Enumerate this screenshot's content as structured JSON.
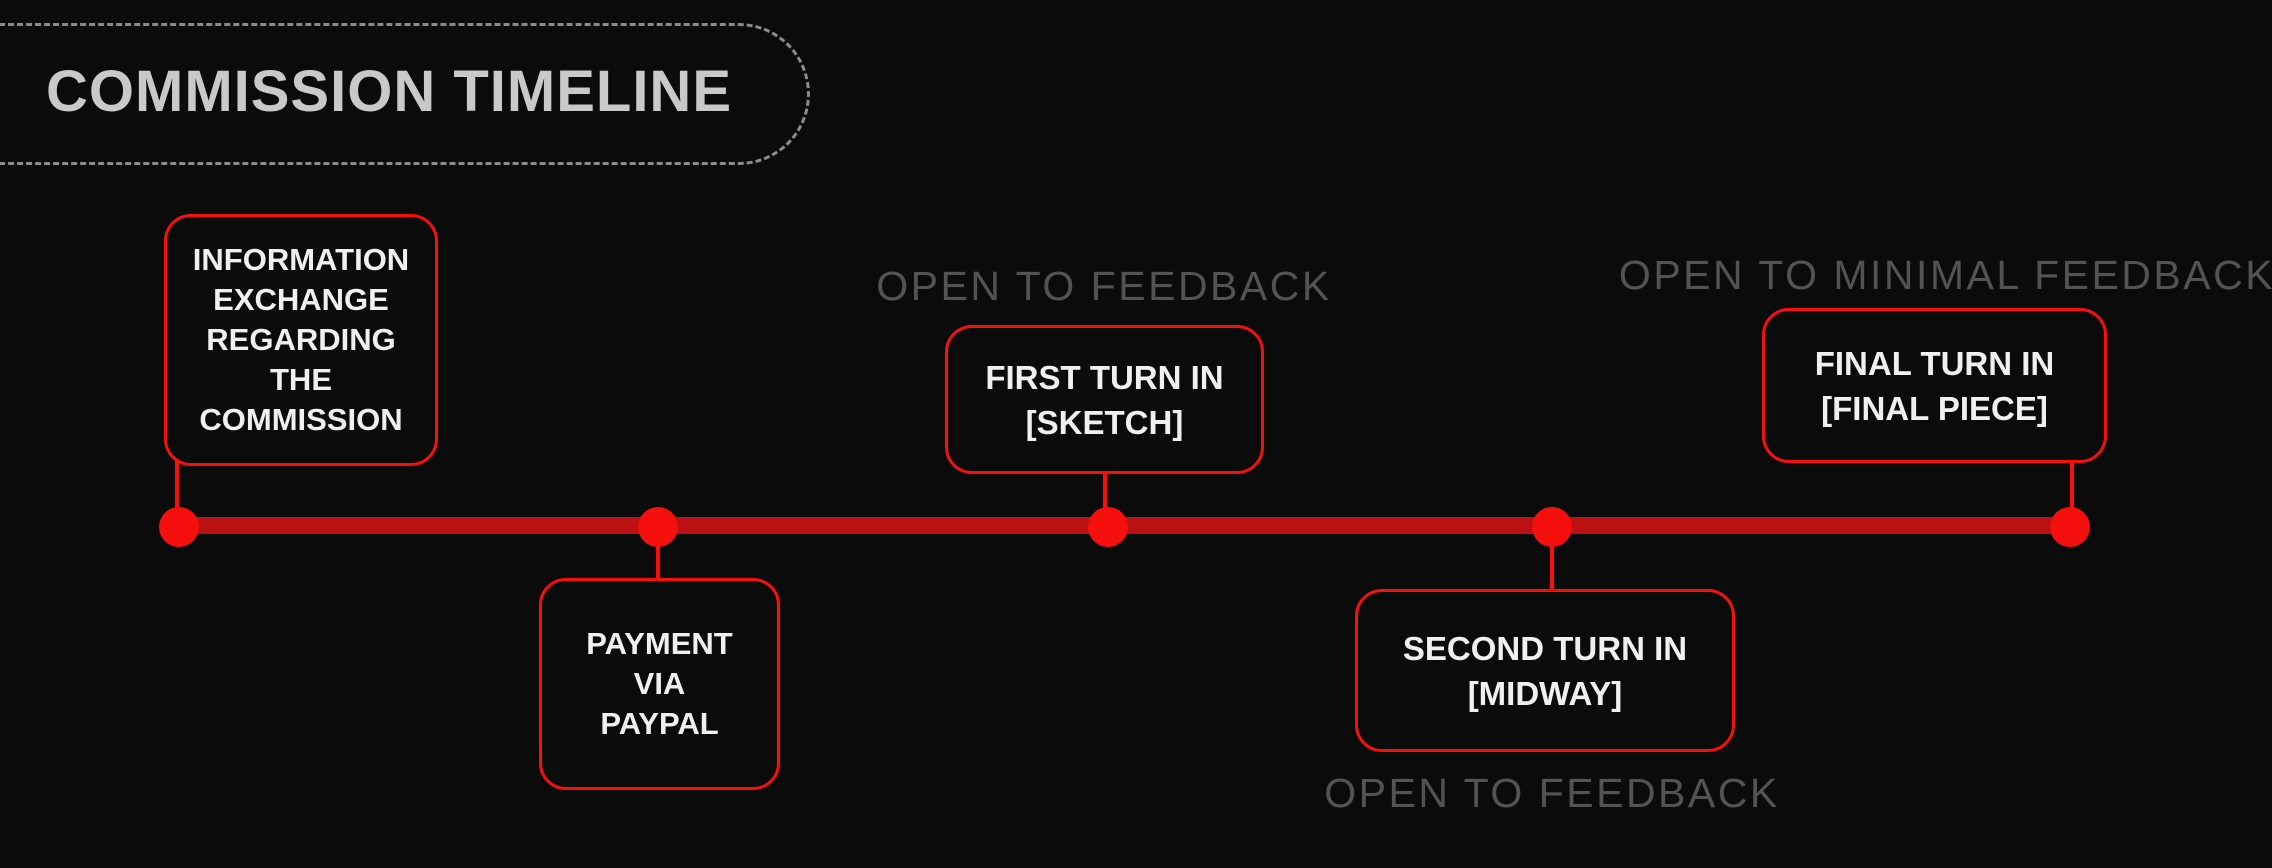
{
  "title": {
    "text": "COMMISSION TIMELINE"
  },
  "colors": {
    "bg": "#0b0b0c",
    "bar": "#bb1114",
    "red": "#f5100d",
    "box_text": "#f2f0ef",
    "title_text": "#c9c9c9",
    "annotation_text": "#535353",
    "dash_border": "#8b8b8b"
  },
  "steps": [
    {
      "label": "INFORMATION\nEXCHANGE\nREGARDING\nTHE\nCOMMISSION",
      "side": "above",
      "annotation": ""
    },
    {
      "label": "PAYMENT\nVIA\nPAYPAL",
      "side": "below",
      "annotation": ""
    },
    {
      "label": "FIRST TURN IN\n[SKETCH]",
      "side": "above",
      "annotation": "OPEN TO FEEDBACK"
    },
    {
      "label": "SECOND TURN IN\n[MIDWAY]",
      "side": "below",
      "annotation": "OPEN TO FEEDBACK"
    },
    {
      "label": "FINAL TURN IN\n[FINAL PIECE]",
      "side": "above",
      "annotation": "OPEN TO MINIMAL FEEDBACK"
    }
  ]
}
